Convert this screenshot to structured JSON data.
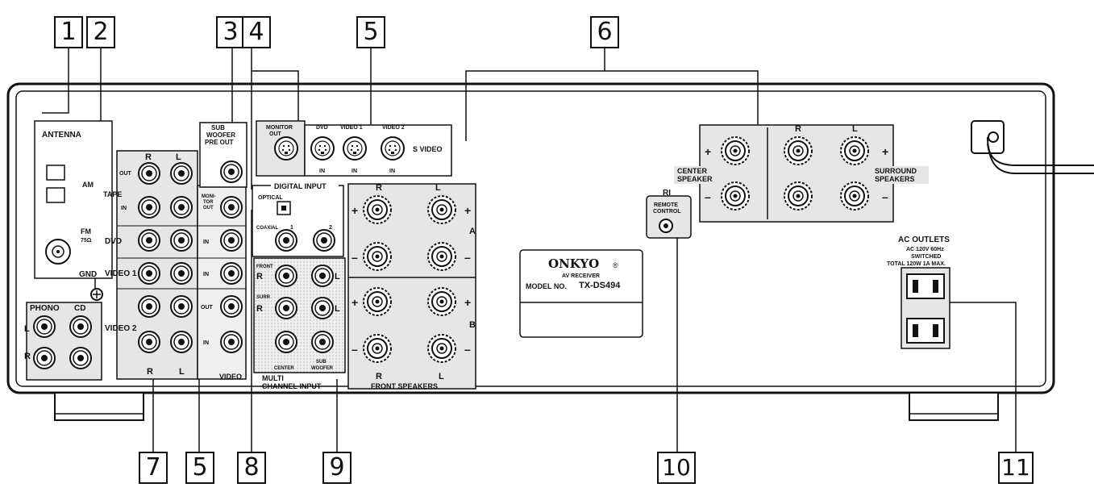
{
  "callouts": {
    "c1": "1",
    "c2": "2",
    "c3": "3",
    "c4": "4",
    "c5a": "5",
    "c6": "6",
    "c7": "7",
    "c5b": "5",
    "c8": "8",
    "c9": "9",
    "c10": "10",
    "c11": "11"
  },
  "antenna": {
    "title": "ANTENNA",
    "am": "AM",
    "fm": "FM",
    "fm_ohm": "75Ω",
    "gnd": "GND"
  },
  "audio": {
    "r": "R",
    "l": "L",
    "tape": "TAPE",
    "out": "OUT",
    "in": "IN",
    "dvd": "DVD",
    "video1": "VIDEO 1",
    "video2": "VIDEO 2",
    "phono": "PHONO",
    "cd": "CD"
  },
  "video": {
    "in": "IN",
    "out": "OUT",
    "label": "VIDEO"
  },
  "subwoofer": {
    "line1": "SUB",
    "line2": "WOOFER",
    "line3": "PRE OUT"
  },
  "monitor_out": {
    "line1": "MONI-",
    "line2": "TOR",
    "line3": "OUT"
  },
  "s_video": {
    "monitor_line1": "MONITOR",
    "monitor_line2": "OUT",
    "dvd": "DVD",
    "video1": "VIDEO 1",
    "video2": "VIDEO 2",
    "title": "S VIDEO",
    "in": "IN"
  },
  "digital": {
    "title": "DIGITAL  INPUT",
    "optical": "OPTICAL",
    "coaxial": "COAXIAL",
    "n1": "1",
    "n2": "2"
  },
  "multi": {
    "front": "FRONT",
    "surr": "SURR",
    "r": "R",
    "l": "L",
    "center": "CENTER",
    "sub1": "SUB",
    "sub2": "WOOFER",
    "title1": "MULTI",
    "title2": "CHANNEL INPUT"
  },
  "front_speakers": {
    "r": "R",
    "l": "L",
    "a": "A",
    "b": "B",
    "plus": "+",
    "minus": "–",
    "title": "FRONT SPEAKERS"
  },
  "rear_speakers": {
    "r": "R",
    "l": "L",
    "plus": "+",
    "minus": "–",
    "center1": "CENTER",
    "center2": "SPEAKER",
    "surr1": "SURROUND",
    "surr2": "SPEAKERS"
  },
  "remote": {
    "ri": "RI",
    "line1": "REMOTE",
    "line2": "CONTROL"
  },
  "label_plate": {
    "brand": "ONKYO",
    "reg": "®",
    "sub": "AV RECEIVER",
    "model_prefix": "MODEL NO.",
    "model": "TX-DS494"
  },
  "ac": {
    "title": "AC OUTLETS",
    "line1": "AC 120V 60Hz",
    "line2": "SWITCHED",
    "line3": "TOTAL 120W 1A MAX."
  }
}
